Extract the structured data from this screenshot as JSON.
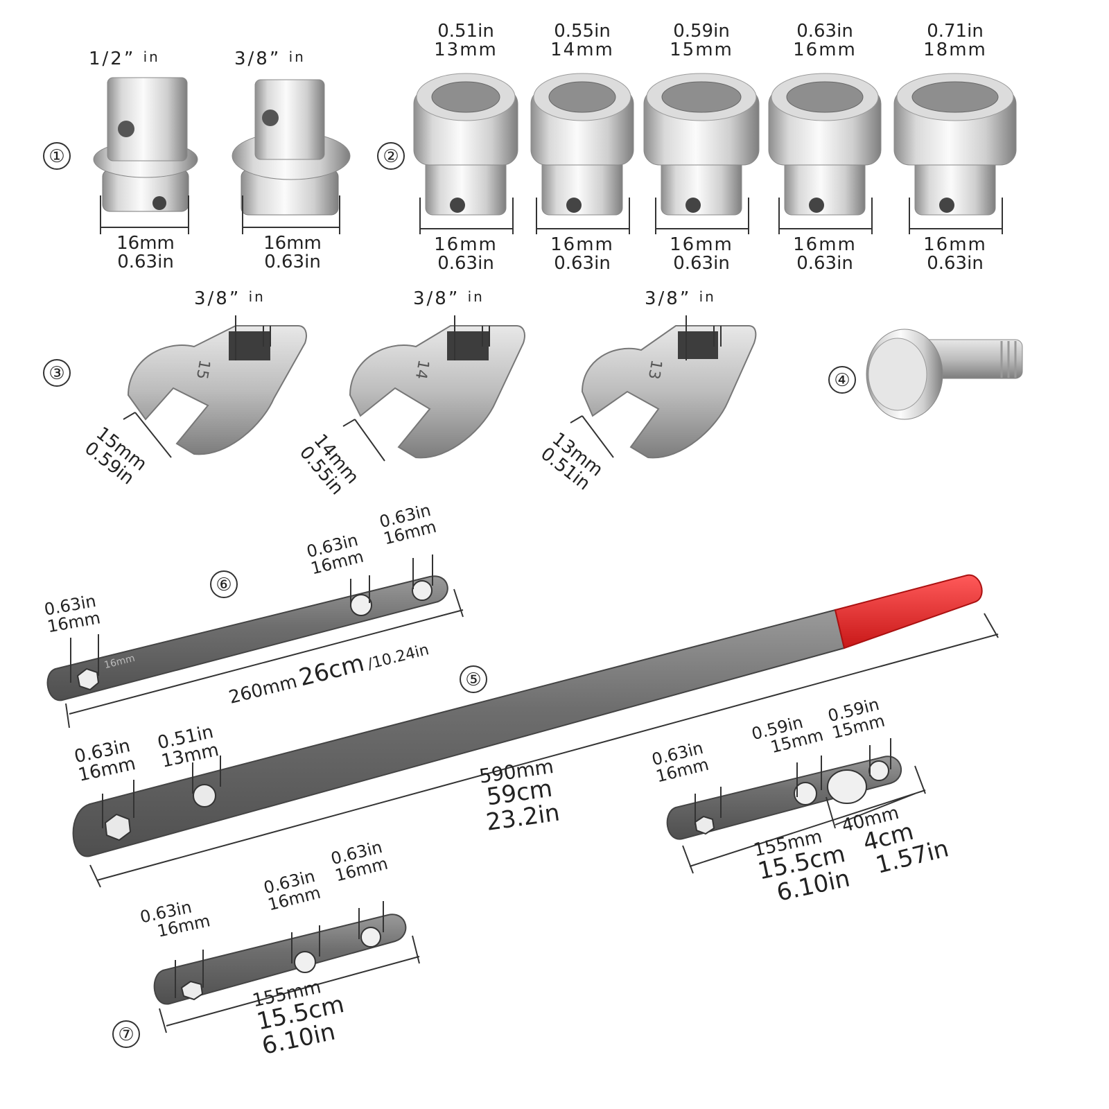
{
  "colors": {
    "steel_light": "#f2f2f2",
    "steel_mid": "#bcbcbc",
    "steel_dark": "#5a5a5a",
    "bar_gray": "#6f6f6f",
    "handle_red": "#e02b2b",
    "line": "#333333"
  },
  "group_numbers": {
    "n1": "①",
    "n2": "②",
    "n3": "③",
    "n4": "④",
    "n5": "⑤",
    "n6": "⑥",
    "n7": "⑦"
  },
  "adapters": [
    {
      "top": "1/2”",
      "unit": "in",
      "bottom_mm": "16mm",
      "bottom_in": "0.63in"
    },
    {
      "top": "3/8”",
      "unit": "in",
      "bottom_mm": "16mm",
      "bottom_in": "0.63in"
    }
  ],
  "sockets": [
    {
      "top_in": "0.51in",
      "top_mm": "13mm",
      "bottom_mm": "16mm",
      "bottom_in": "0.63in"
    },
    {
      "top_in": "0.55in",
      "top_mm": "14mm",
      "bottom_mm": "16mm",
      "bottom_in": "0.63in"
    },
    {
      "top_in": "0.59in",
      "top_mm": "15mm",
      "bottom_mm": "16mm",
      "bottom_in": "0.63in"
    },
    {
      "top_in": "0.63in",
      "top_mm": "16mm",
      "bottom_mm": "16mm",
      "bottom_in": "0.63in"
    },
    {
      "top_in": "0.71in",
      "top_mm": "18mm",
      "bottom_mm": "16mm",
      "bottom_in": "0.63in"
    }
  ],
  "crowfoot": [
    {
      "drive": "3/8”",
      "unit": "in",
      "stamp": "15",
      "mm": "15mm",
      "in": "0.59in"
    },
    {
      "drive": "3/8”",
      "unit": "in",
      "stamp": "14",
      "mm": "14mm",
      "in": "0.55in"
    },
    {
      "drive": "3/8”",
      "unit": "in",
      "stamp": "13",
      "mm": "13mm",
      "in": "0.51in"
    }
  ],
  "bar6": {
    "end_in": "0.63in",
    "end_mm": "16mm",
    "mid_in": "0.63in",
    "mid_mm": "16mm",
    "tip_in": "0.63in",
    "tip_mm": "16mm",
    "len_mm": "260mm",
    "len_cm": "26cm",
    "len_in": "/10.24in"
  },
  "bar5": {
    "end_in": "0.63in",
    "end_mm": "16mm",
    "hole_in": "0.51in",
    "hole_mm": "13mm",
    "len_mm": "590mm",
    "len_cm": "59cm",
    "len_in": "23.2in"
  },
  "short_bar": {
    "end_in": "0.63in",
    "end_mm": "16mm",
    "h2_in": "0.59in",
    "h2_mm": "15mm",
    "h3_in": "0.59in",
    "h3_mm": "15mm",
    "len_mm": "155mm",
    "len_cm": "15.5cm",
    "len_in": "6.10in",
    "gap_mm": "40mm",
    "gap_cm": "4cm",
    "gap_in": "1.57in"
  },
  "bar7": {
    "end_in": "0.63in",
    "end_mm": "16mm",
    "mid_in": "0.63in",
    "mid_mm": "16mm",
    "tip_in": "0.63in",
    "tip_mm": "16mm",
    "len_mm": "155mm",
    "len_cm": "15.5cm",
    "len_in": "6.10in"
  },
  "stamps": {
    "bar_mark": "16mm"
  }
}
